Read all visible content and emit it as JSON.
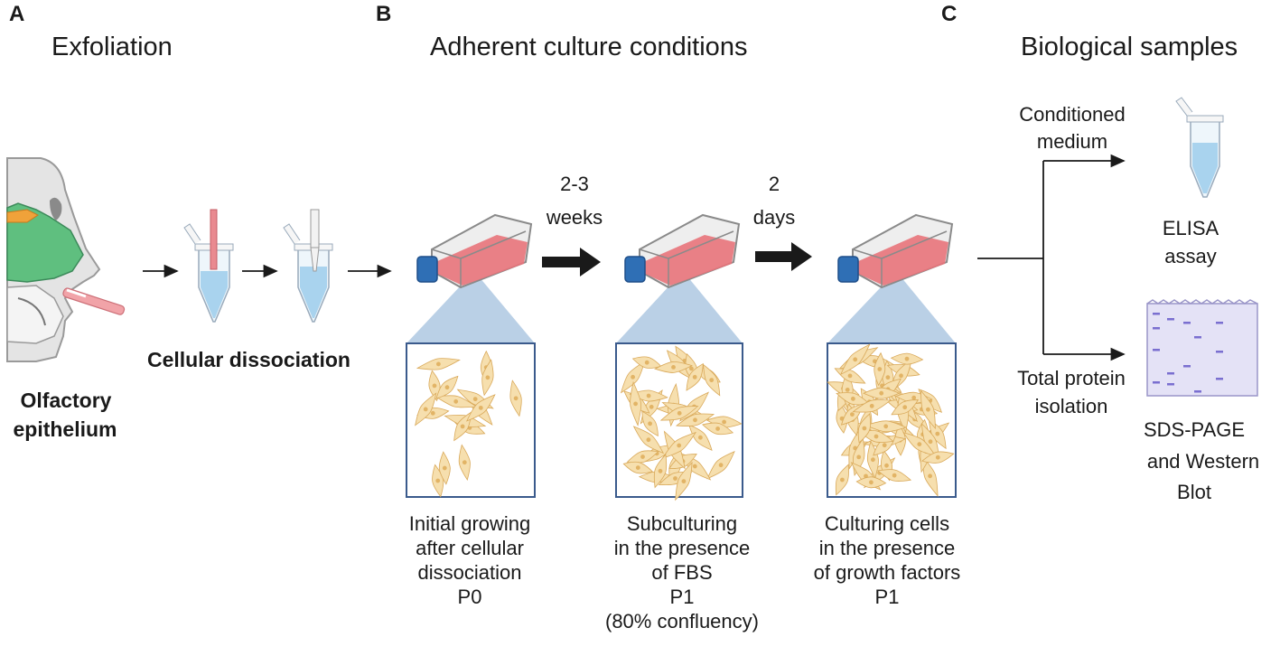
{
  "panels": {
    "a": {
      "letter": "A",
      "heading": "Exfoliation"
    },
    "b": {
      "letter": "B",
      "heading": "Adherent culture conditions"
    },
    "c": {
      "letter": "C",
      "heading": "Biological samples"
    }
  },
  "exfoliation": {
    "tissue_label_1": "Olfactory",
    "tissue_label_2": "epithelium",
    "dissociation_label": "Cellular dissociation"
  },
  "timing": {
    "step1_line1": "2-3",
    "step1_line2": "weeks",
    "step2_line1": "2",
    "step2_line2": "days"
  },
  "culture_stages": [
    {
      "lines": [
        "Initial growing",
        "after cellular",
        "dissociation",
        "P0"
      ]
    },
    {
      "lines": [
        "Subculturing",
        "in the presence",
        "of FBS",
        "P1",
        "(80% confluency)"
      ]
    },
    {
      "lines": [
        "Culturing cells",
        "in the presence",
        "of growth factors",
        "P1"
      ]
    }
  ],
  "samples": {
    "branch_top_line1": "Conditioned",
    "branch_top_line2": "medium",
    "branch_bottom_line1": "Total protein",
    "branch_bottom_line2": "isolation",
    "elisa_line1": "ELISA",
    "elisa_line2": "assay",
    "blot_line1": "SDS-PAGE",
    "blot_line2": "and Western",
    "blot_line3": "Blot"
  },
  "colors": {
    "medium_red": "#e8737a",
    "cap_blue": "#2f6fb5",
    "tube_liquid": "#a9d3ee",
    "nasal_green": "#5fbf7f",
    "bulb_orange": "#f0a23a",
    "magnify_blue": "#b3cbe3",
    "cell_fill": "#f6dfae",
    "cell_stroke": "#d9a95a",
    "gel_purple": "#7a6fd0"
  }
}
